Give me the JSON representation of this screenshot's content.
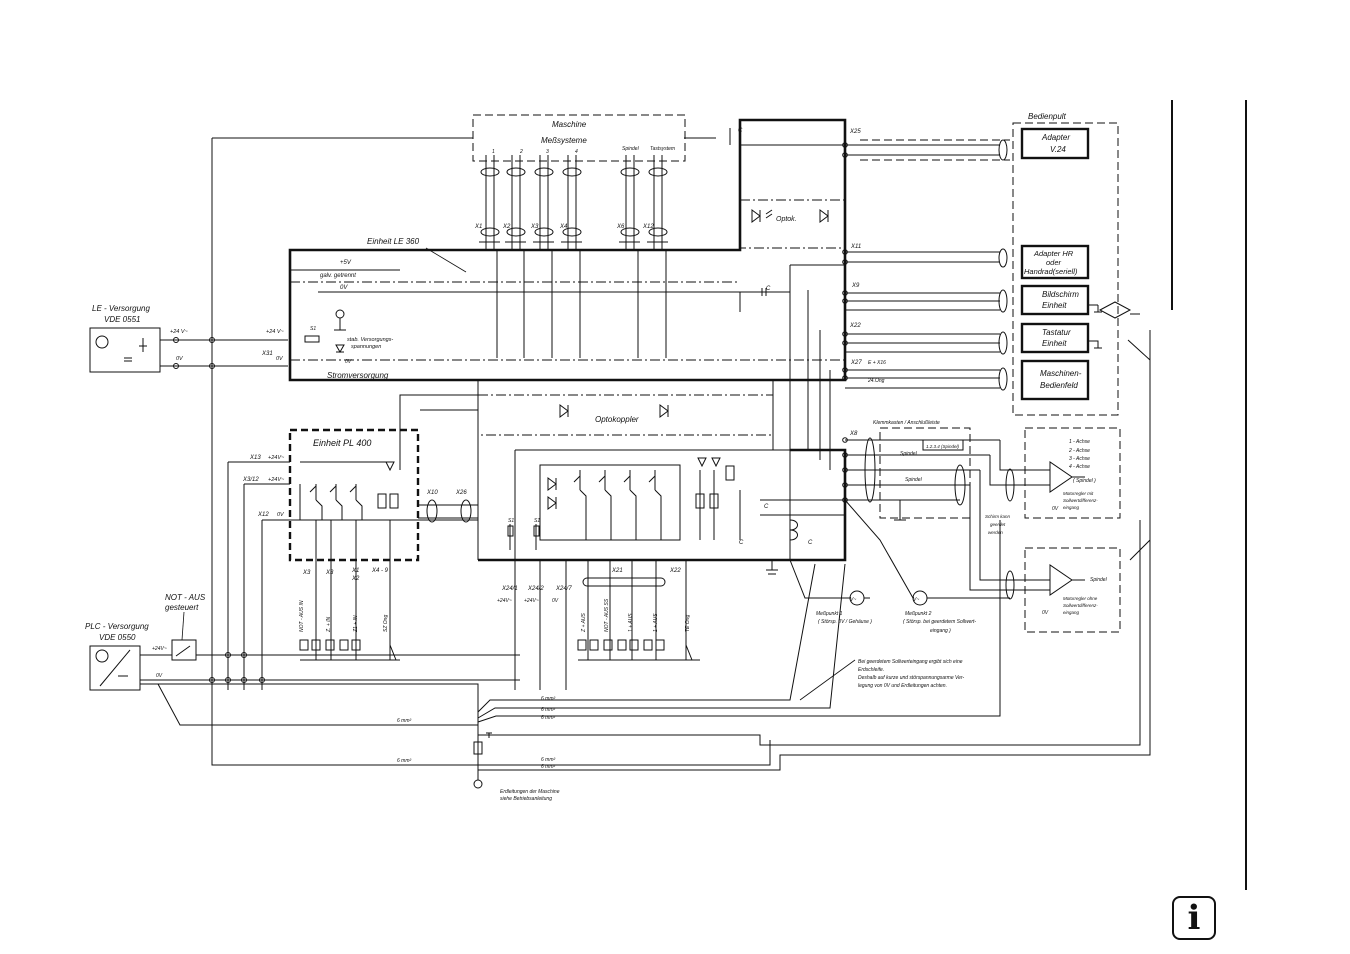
{
  "diagram": {
    "maschine": {
      "title": "Maschine",
      "subtitle": "Meßsysteme",
      "spindel": "Spindel",
      "tastsystem": "Tastsystem",
      "axes": [
        "1",
        "2",
        "3",
        "4"
      ]
    },
    "connectors": {
      "x1": "X1",
      "x2": "X2",
      "x3": "X3",
      "x4": "X4",
      "x6": "X6",
      "x12": "X12",
      "x25": "X25",
      "x11": "X11",
      "x9": "X9",
      "x22": "X22",
      "x27": "X27",
      "x8": "X8",
      "x31": "X31",
      "x13": "X13",
      "x3_12": "X3/12",
      "x12b": "X12",
      "x10": "X10",
      "x26": "X26",
      "x3a": "X3",
      "x3b": "X3",
      "x1b": "X1",
      "x2b": "X2",
      "x4_9": "X4 - 9",
      "x24_1": "X24/1",
      "x24_2": "X24/2",
      "x24_7": "X24/7",
      "x21": "X21",
      "x22b": "X22",
      "s1": "S1",
      "s1b": "S1",
      "s1c": "S1"
    },
    "einheit_le360": {
      "title": "Einheit LE 360",
      "v5": "+5V",
      "galv": "galv. getrennt",
      "v0": "0V",
      "stab": "stab. Versorgungs-",
      "spann": "spannungen",
      "stromversorgung": "Stromversorgung"
    },
    "le_versorgung": {
      "title": "LE - Versorgung",
      "vde": "VDE 0551",
      "v24": "+24 V~",
      "v0": "0V",
      "v24b": "+24 V~",
      "v0b": "0V"
    },
    "einheit_pl400": {
      "title": "Einheit PL 400",
      "v24a": "+24V~",
      "v24b": "+24V~",
      "v0": "0V"
    },
    "optok": "Optok.",
    "optokoppler": "Optokoppler",
    "not_aus": {
      "line1": "NOT - AUS",
      "line2": "gesteuert"
    },
    "plc_versorgung": {
      "title": "PLC - Versorgung",
      "vde": "VDE 0550",
      "v24": "+24V~",
      "v0": "0V"
    },
    "plc_labels": {
      "v24a": "+24V~",
      "v24b": "+24V~",
      "v0": "0V"
    },
    "bedienpult": {
      "title": "Bedienpult",
      "adapter_v24": [
        "Adapter",
        "V.24"
      ],
      "adapter_hr": [
        "Adapter HR",
        "oder",
        "Handrad(seriell)"
      ],
      "bildschirm": [
        "Bildschirm",
        "Einheit"
      ],
      "tastatur": [
        "Tastatur",
        "Einheit"
      ],
      "maschinenbedienfeld": [
        "Maschinen-",
        "Bedienfeld"
      ],
      "x27_labels": [
        "E + X16",
        "24.Ong"
      ]
    },
    "klemmkasten": {
      "title": "Klemmkasten / Anschlußleiste",
      "spindel": "Spindel",
      "spindel2": "Spindel",
      "lpa": "1.2.3.4 (Spindel)"
    },
    "achse": {
      "lines": [
        "1 - Achse",
        "2 - Achse",
        "3 - Achse",
        "4 - Achse",
        "( Spindel )"
      ],
      "motorregler1": [
        "Motorregler mit",
        "Sollwertdifferenz-",
        "eingang"
      ],
      "motorregler2": [
        "Motorregler ohne",
        "Sollwertdifferenz-",
        "eingang"
      ],
      "spindel": "Spindel",
      "v0a": "0V",
      "v0b": "0V"
    },
    "schirm": [
      "Schirm kann",
      "geerdet",
      "werden"
    ],
    "messpunkt1": [
      "Meßpunkt 1",
      "( Störsp. 0V / Gehäuse )"
    ],
    "messpunkt2": [
      "Meßpunkt 2",
      "( Störsp. bei geerdetem Sollwert-",
      "eingang )"
    ],
    "note": [
      "Bei geerdetem Sollwerteingang ergibt sich eine",
      "Erdschleife.",
      "Deshalb auf kurze und störspannungsarme Ver-",
      "legung von 0V und Erdleitungen achten."
    ],
    "cables": [
      "6 mm²",
      "6 mm²",
      "6 mm²",
      "6 mm²",
      "6 mm²",
      "6 mm²",
      "6 mm²"
    ],
    "erdung": [
      "Erdleitungen der Maschine",
      "siehe Betriebsanleitung"
    ],
    "relays": [
      "NOT - AUS IN",
      "Z. + IN",
      "Z1 + IN",
      "SZ Ong",
      "Z + AUS",
      "NOT - AUS SS",
      "1 + AUS",
      "1 + AUS",
      "TE Ong"
    ],
    "caps": [
      "C",
      "C",
      "C",
      "C",
      "C"
    ],
    "v_label": "V~"
  },
  "info_icon": {
    "glyph": "i"
  }
}
